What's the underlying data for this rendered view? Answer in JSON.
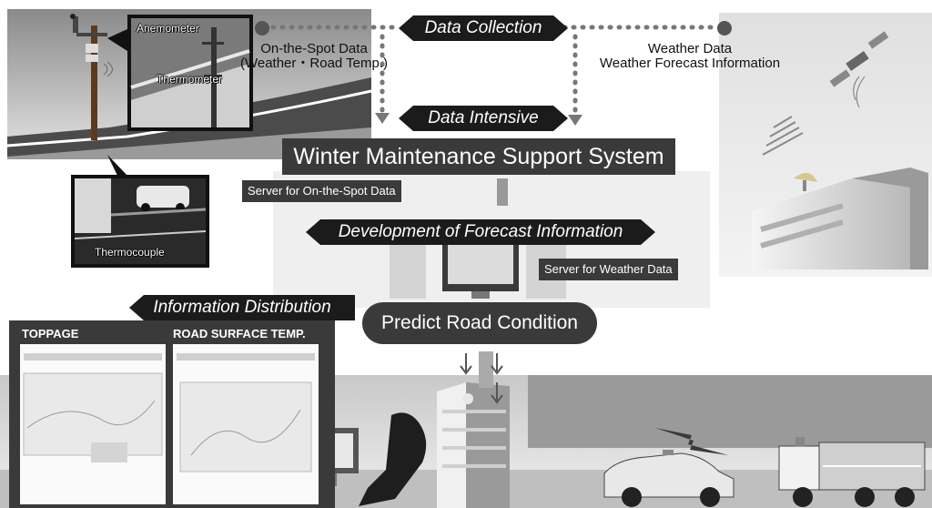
{
  "title_box": {
    "label": "Winter Maintenance Support System"
  },
  "ribbons": {
    "collection": "Data Collection",
    "intensive": "Data Intensive",
    "forecast": "Development of Forecast Information",
    "distribution": "Information Distribution"
  },
  "on_spot": {
    "line1": "On-the-Spot Data",
    "line2": "(Weather・Road Temp.)"
  },
  "weather": {
    "line1": "Weather Data",
    "line2": "Weather Forecast Information"
  },
  "servers": {
    "on_spot": "Server for On-the-Spot Data",
    "weather": "Server for Weather Data"
  },
  "predict": {
    "label": "Predict Road Condition"
  },
  "photo_labels": {
    "anemometer": "Anemometer",
    "thermometer": "Thermometer",
    "thermocouple": "Thermocouple"
  },
  "screens": {
    "toppage": "TOPPAGE",
    "road_temp": "ROAD SURFACE TEMP."
  },
  "colors": {
    "dark": "#1b1b1b",
    "box": "#3a3a3a",
    "background_gray": "#d8d8d8",
    "dotted_line": "#777777"
  }
}
